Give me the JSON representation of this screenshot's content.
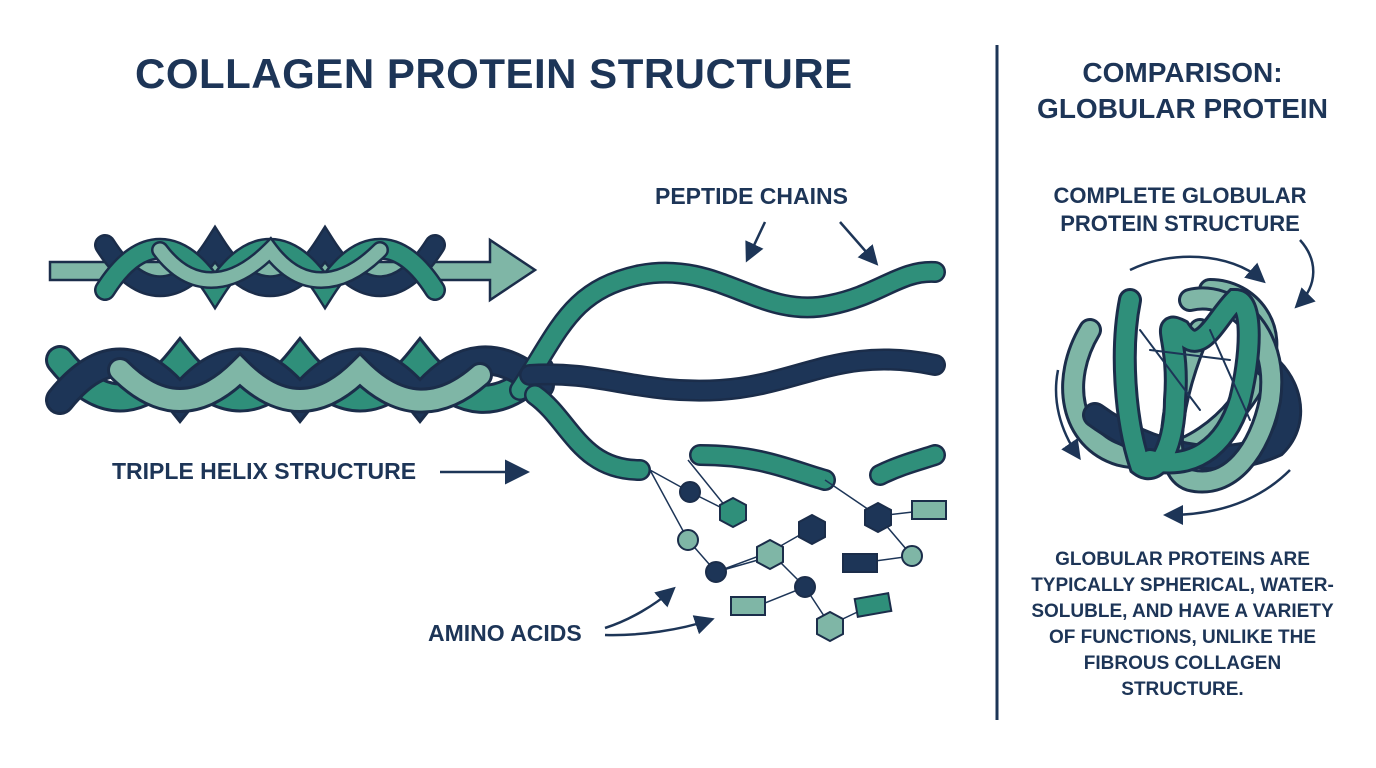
{
  "title": "COLLAGEN PROTEIN STRUCTURE",
  "labels": {
    "peptide_chains": "PEPTIDE CHAINS",
    "triple_helix": "TRIPLE HELIX STRUCTURE",
    "amino_acids": "AMINO ACIDS"
  },
  "comparison": {
    "title": "COMPARISON: GLOBULAR PROTEIN",
    "subtitle": "COMPLETE GLOBULAR PROTEIN STRUCTURE",
    "description": "GLOBULAR PROTEINS ARE TYPICALLY SPHERICAL, WATER-SOLUBLE, AND HAVE A VARIETY OF FUNCTIONS, UNLIKE THE FIBROUS COLLAGEN STRUCTURE."
  },
  "colors": {
    "navy": "#1d3557",
    "teal": "#2f8f7a",
    "sage": "#7fb6a6",
    "outline": "#1b2d4a"
  }
}
